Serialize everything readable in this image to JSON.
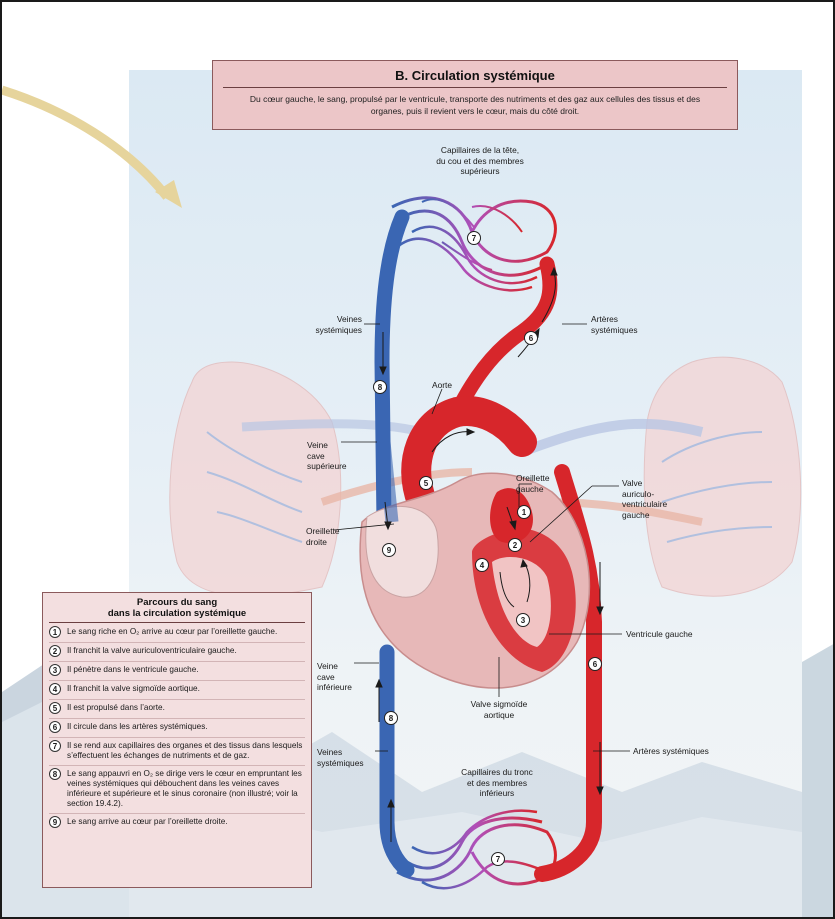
{
  "title": "B. Circulation systémique",
  "intro": "Du cœur gauche, le sang, propulsé par le ventricule, transporte des nutriments et des gaz aux cellules des tissus et des organes, puis il revient vers le cœur, mais du côté droit.",
  "labels": {
    "cap_tete_1": "Capillaires de la tête,",
    "cap_tete_2": "du cou et des membres",
    "cap_tete_3": "supérieurs",
    "veines_sys_top_1": "Veines",
    "veines_sys_top_2": "systémiques",
    "arteres_sys_top_1": "Artères",
    "arteres_sys_top_2": "systémiques",
    "aorte": "Aorte",
    "vcs_1": "Veine",
    "vcs_2": "cave",
    "vcs_3": "supérieure",
    "og_1": "Oreillette",
    "og_2": "gauche",
    "valve_av_1": "Valve",
    "valve_av_2": "auriculo-",
    "valve_av_3": "ventriculaire",
    "valve_av_4": "gauche",
    "od_1": "Oreillette",
    "od_2": "droite",
    "ventricule_gauche": "Ventricule gauche",
    "vci_1": "Veine",
    "vci_2": "cave",
    "vci_3": "inférieure",
    "valve_sig_1": "Valve sigmoïde",
    "valve_sig_2": "aortique",
    "veines_sys_bot_1": "Veines",
    "veines_sys_bot_2": "systémiques",
    "arteres_sys_bot": "Artères systémiques",
    "cap_tronc_1": "Capillaires du tronc",
    "cap_tronc_2": "et des membres",
    "cap_tronc_3": "inférieurs"
  },
  "markers": [
    "1",
    "2",
    "3",
    "4",
    "5",
    "6",
    "7",
    "8",
    "9"
  ],
  "sidebar": {
    "title_1": "Parcours du sang",
    "title_2": "dans la circulation systémique",
    "steps": [
      {
        "n": "1",
        "text": "Le sang riche en O₂ arrive au cœur par l’oreillette gauche."
      },
      {
        "n": "2",
        "text": "Il franchit la valve auriculoventriculaire gauche."
      },
      {
        "n": "3",
        "text": "Il pénètre dans le ventricule gauche."
      },
      {
        "n": "4",
        "text": "Il franchit la valve sigmoïde aortique."
      },
      {
        "n": "5",
        "text": "Il est propulsé dans l’aorte."
      },
      {
        "n": "6",
        "text": "Il circule dans les artères systémiques."
      },
      {
        "n": "7",
        "text": "Il se rend aux capillaires des organes et des tissus dans lesquels s’effectuent les échanges de nutriments et de gaz."
      },
      {
        "n": "8",
        "text": "Le sang appauvri en O₂ se dirige vers le cœur en empruntant les veines systémiques qui débouchent dans les veines caves inférieure et supérieure et le sinus coronaire (non illustré; voir la section 19.4.2)."
      },
      {
        "n": "9",
        "text": "Le sang arrive au cœur par l’oreillette droite."
      }
    ]
  },
  "colors": {
    "oxygenated": "#d7262b",
    "deoxygenated": "#3a66b3",
    "box_fill": "#ecc6c8",
    "arrow": "#e9d9a6"
  }
}
